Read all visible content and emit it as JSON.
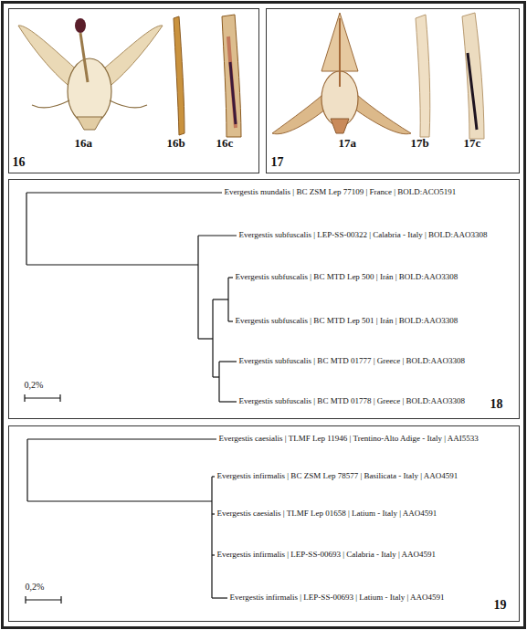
{
  "diagram": {
    "nodes": [
      {
        "text": [
          "16",
          "16a",
          "16b",
          "16c"
        ]
      },
      {
        "text": [
          "17",
          "17a",
          "17b",
          "17c"
        ]
      },
      {
        "text": [
          "Evergestis mundalis | BC ZSM Lep 77109 | France | BOLD:ACO5191",
          "Evergestis subfuscalis | LEP-SS-00322 | Calabria - Italy | BOLD:AAO3308",
          "Evergestis subfuscalis | BC MTD Lep 500 | Irán | BOLD:AAO3308",
          "Evergestis subfuscalis | BC MTD Lep 501 | Irán | BOLD:AAO3308",
          "Evergestis subfuscalis | BC MTD 01777 | Greece | BOLD:AAO3308",
          "Evergestis subfuscalis | BC MTD 01778 | Greece | BOLD:AAO3308",
          "0,2%",
          "18"
        ]
      },
      {
        "text": [
          "Evergestis caesialis | TLMF Lep 11946 | Trentino-Alto Adige - Italy | AAI5533",
          "Evergestis infirmalis | BC ZSM Lep 78577 | Basilicata - Italy | AAO4591",
          "Evergestis caesialis | TLMF Lep 01658 | Latium - Italy | AAO4591",
          "Evergestis infirmalis | LEP-SS-00693 | Calabria - Italy | AAO4591",
          "Evergestis infirmalis | LEP-SS-00693 | Latium - Italy | AAO4591",
          "0,2%",
          "19"
        ]
      }
    ]
  }
}
